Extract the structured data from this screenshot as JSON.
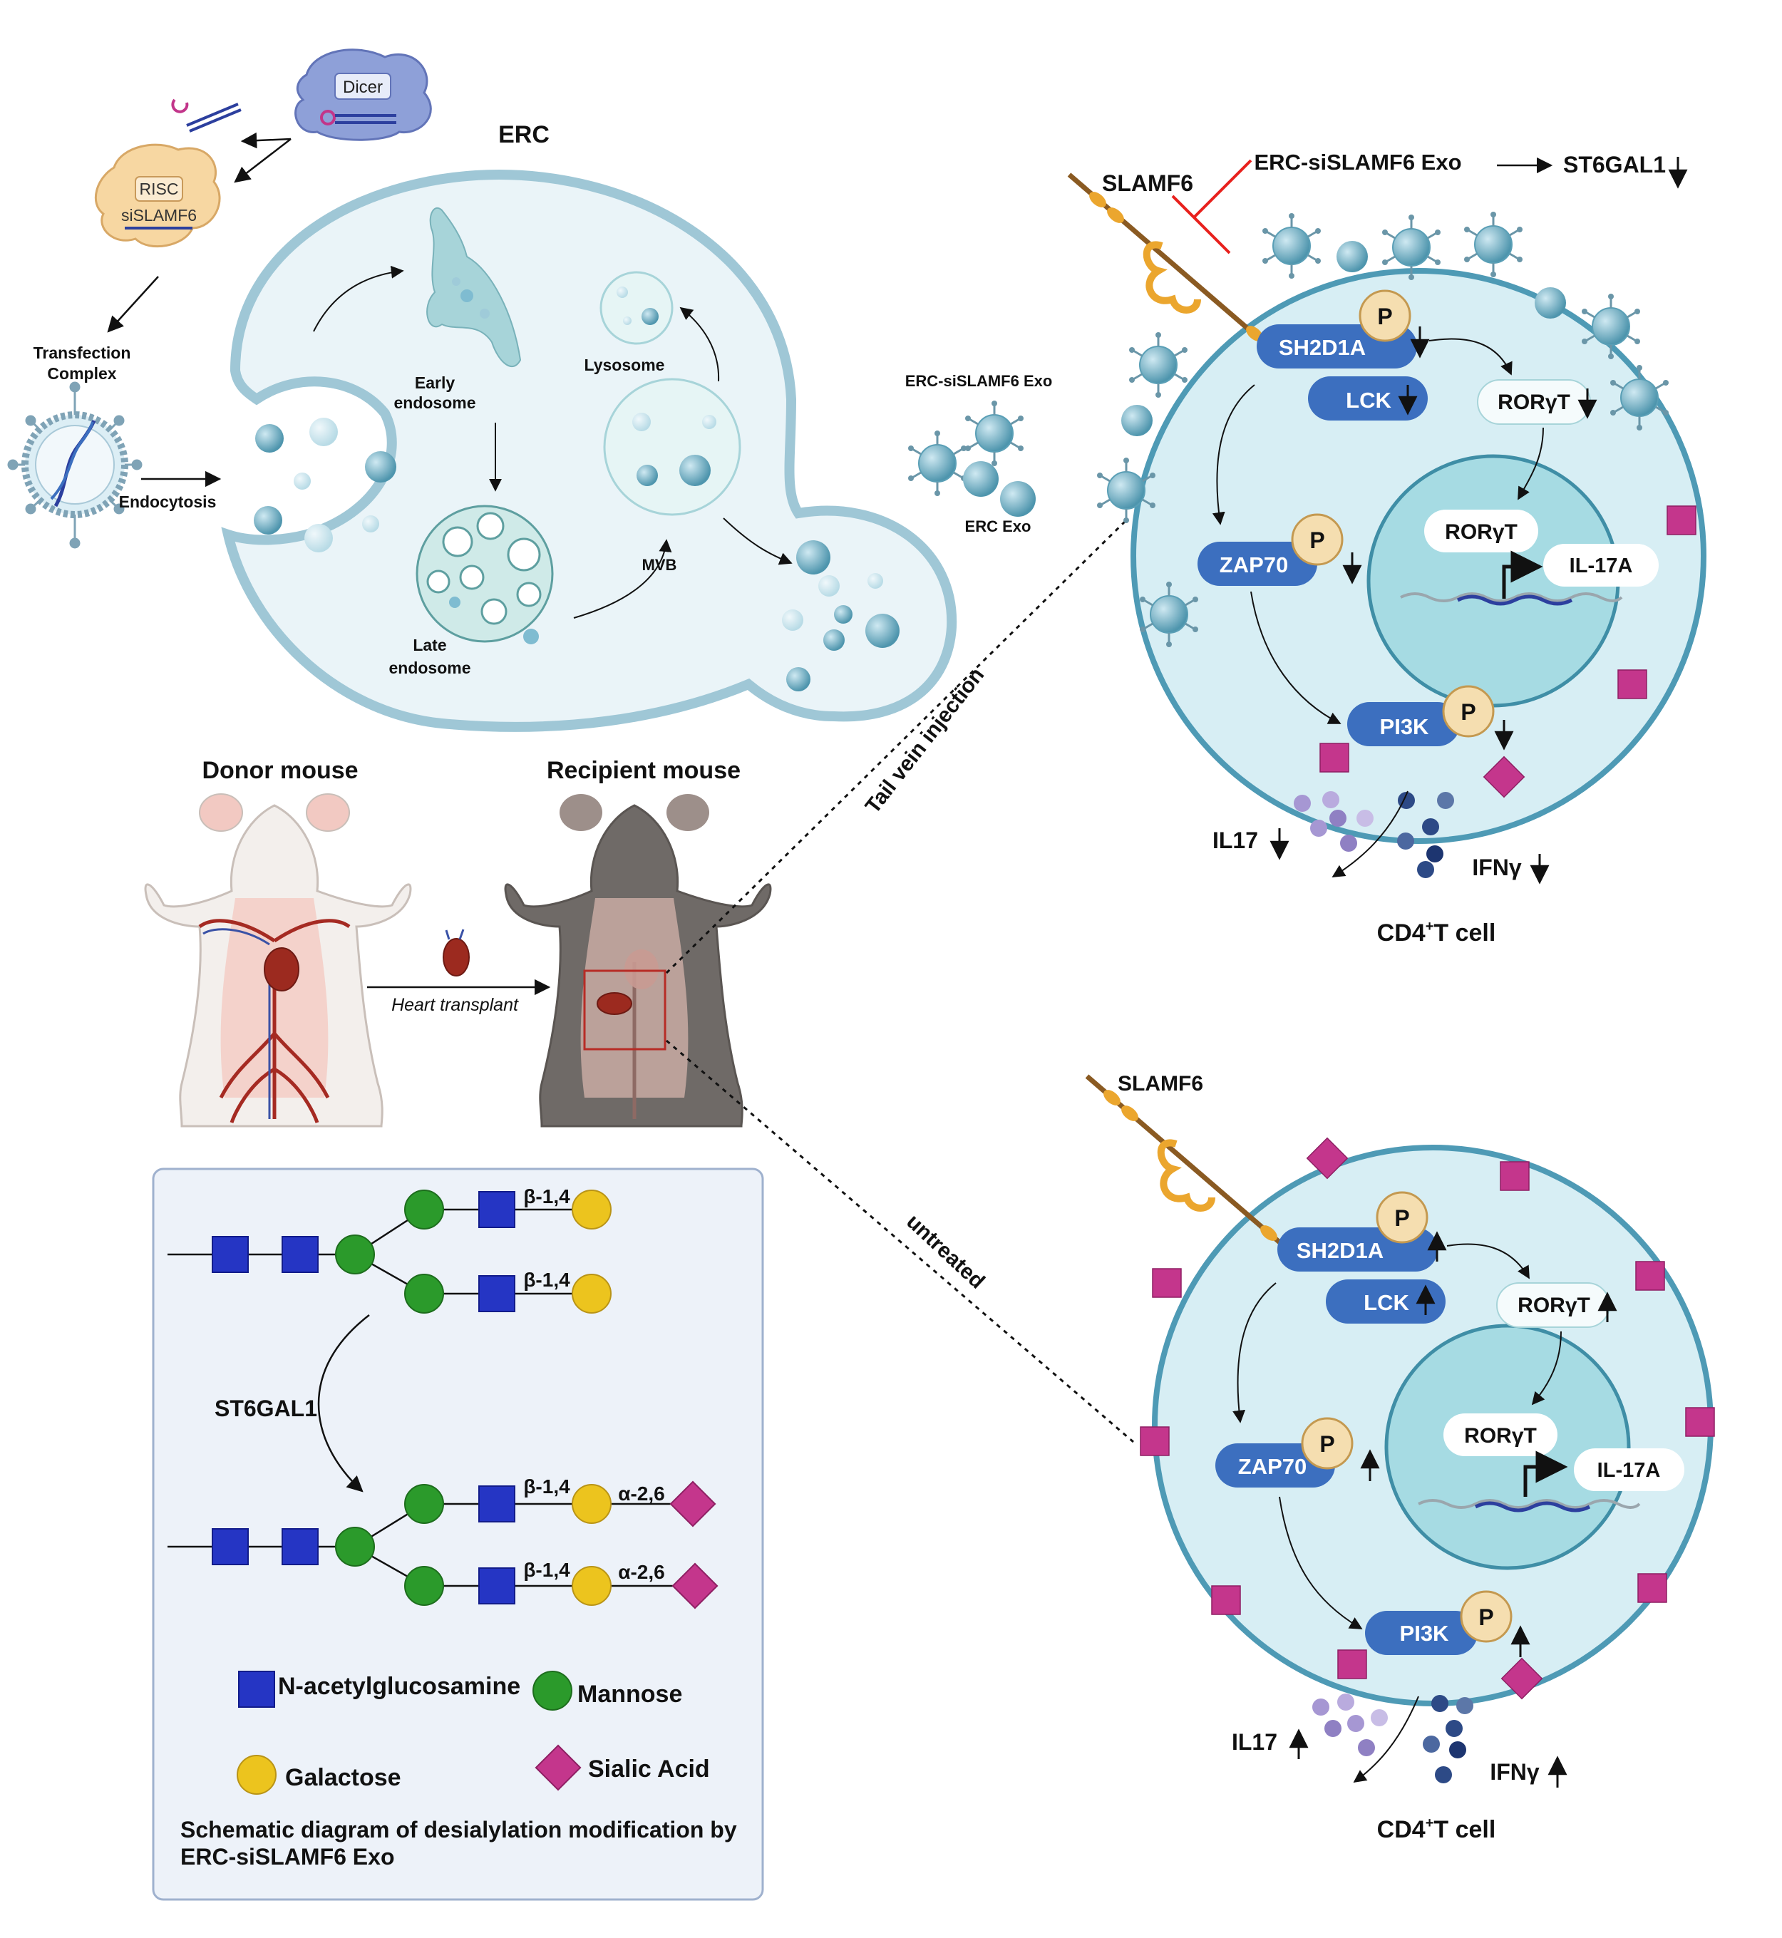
{
  "top": {
    "dicer": "Dicer",
    "risc": "RISC",
    "sislamf6": "siSLAMF6",
    "transfection_line1": "Transfection",
    "transfection_line2": "Complex",
    "endocytosis": "Endocytosis",
    "erc": "ERC",
    "early_line1": "Early",
    "early_line2": "endosome",
    "late_line1": "Late",
    "late_line2": "endosome",
    "lysosome": "Lysosome",
    "mvb": "MVB",
    "erc_sislamf6_exo": "ERC-siSLAMF6 Exo",
    "erc_exo": "ERC Exo"
  },
  "mice": {
    "donor": "Donor mouse",
    "recipient": "Recipient mouse",
    "heart_transplant": "Heart transplant",
    "tail_vein": "Tail vein injection",
    "untreated": "untreated"
  },
  "cell_top": {
    "slamf6": "SLAMF6",
    "inhibitor": "ERC-siSLAMF6 Exo",
    "st6gal1": "ST6GAL1",
    "sh2d1a": "SH2D1A",
    "lck": "LCK",
    "zap70": "ZAP70",
    "pi3k": "PI3K",
    "p": "P",
    "rorgt": "RORγT",
    "il17a": "IL-17A",
    "il17": "IL17",
    "ifng": "IFNγ",
    "cell_label_main": "CD4",
    "cell_label_sup": "+",
    "cell_label_tail": "T cell",
    "direction": "down"
  },
  "cell_bottom": {
    "slamf6": "SLAMF6",
    "sh2d1a": "SH2D1A",
    "lck": "LCK",
    "zap70": "ZAP70",
    "pi3k": "PI3K",
    "p": "P",
    "rorgt": "RORγT",
    "il17a": "IL-17A",
    "il17": "IL17",
    "ifng": "IFNγ",
    "cell_label_main": "CD4",
    "cell_label_sup": "+",
    "cell_label_tail": "T cell",
    "direction": "up"
  },
  "glycan": {
    "b14": "β-1,4",
    "a26": "α-2,6",
    "enzyme": "ST6GAL1",
    "legend_nag": "N-acetylglucosamine",
    "legend_man": "Mannose",
    "legend_gal": "Galactose",
    "legend_sia": "Sialic Acid",
    "caption_line1": "Schematic diagram of desialylation modification by",
    "caption_line2": "ERC-siSLAMF6 Exo"
  },
  "colors": {
    "cell_fill": "#d7eef4",
    "cell_stroke": "#4e9ab5",
    "nucleus_fill": "#a6dbe3",
    "pill": "#3c6fbf",
    "phospho": "#f5deb0",
    "sialic": "#c4368c",
    "nag": "#2535c4",
    "mannose": "#2b9a2b",
    "galactose": "#ecc41e",
    "exo": "#7fbcd1",
    "erc_fill": "#eaf4f8",
    "glycan_panel": "#edf2f9"
  }
}
